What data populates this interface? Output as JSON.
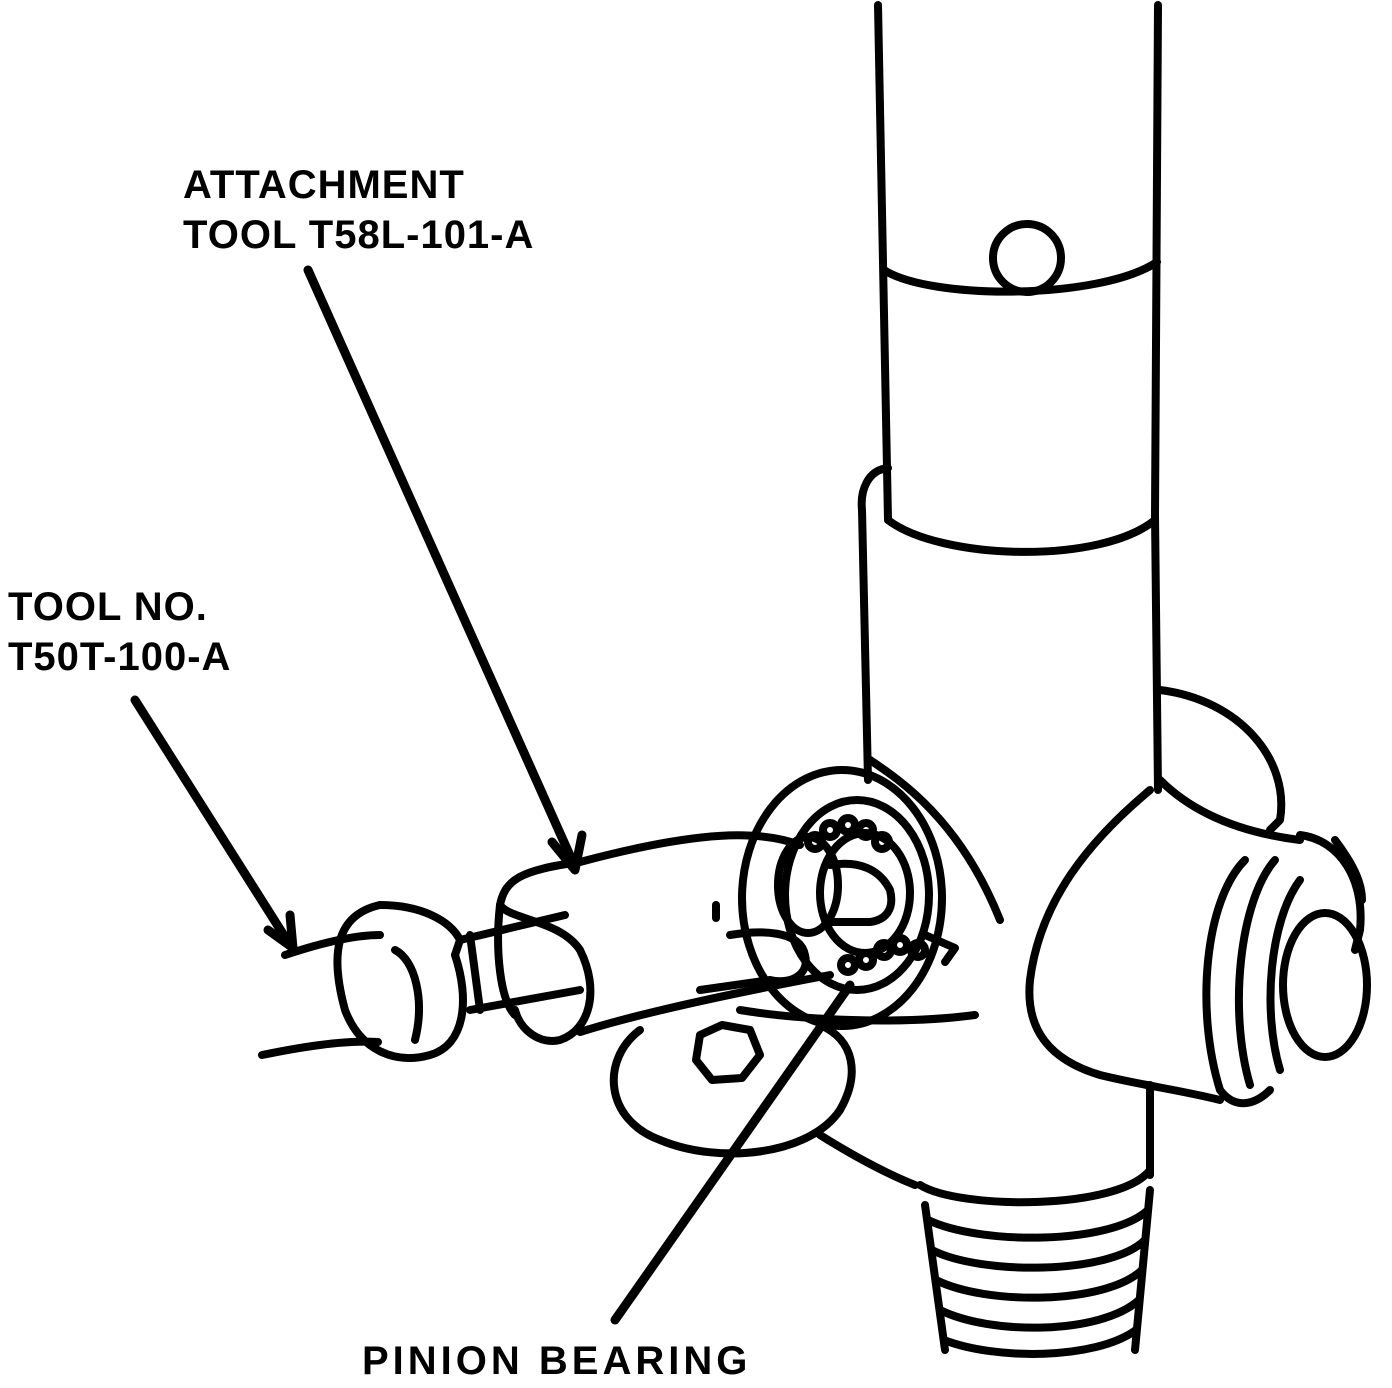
{
  "labels": {
    "attachment_tool": {
      "line1": "ATTACHMENT",
      "line2": "TOOL T58L-101-A"
    },
    "tool_no": {
      "line1": "TOOL NO.",
      "line2": "T50T-100-A"
    },
    "pinion_bearing": "PINION BEARING"
  },
  "colors": {
    "ink": "#000000",
    "paper": "#ffffff"
  }
}
